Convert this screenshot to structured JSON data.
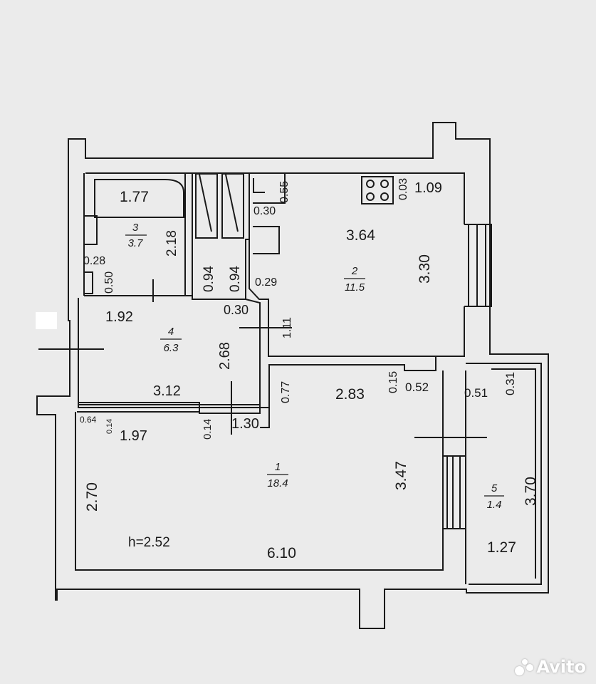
{
  "rooms": [
    {
      "id": "1",
      "number": "1",
      "area": "18.4"
    },
    {
      "id": "2",
      "number": "2",
      "area": "11.5"
    },
    {
      "id": "3",
      "number": "3",
      "area": "3.7"
    },
    {
      "id": "4",
      "number": "4",
      "area": "6.3"
    },
    {
      "id": "5",
      "number": "5",
      "area": "1.4"
    }
  ],
  "dimensions": {
    "bath_length": "1.77",
    "bath_depth": "2.18",
    "bath_small_a": "0.28",
    "bath_small_b": "0.50",
    "wardrobe_a": "0.94",
    "wardrobe_b": "0.94",
    "kitchen_top_a": "0.55",
    "kitchen_top_b": "0.30",
    "kitchen_top_c": "0.03",
    "kitchen_top_d": "1.09",
    "kitchen_width": "3.64",
    "kitchen_depth": "3.30",
    "kitchen_side_a": "0.29",
    "kitchen_side_b": "0.30",
    "kitchen_side_c": "1.11",
    "hall_width": "1.92",
    "hall_depth": "2.68",
    "hall_bottom": "3.12",
    "living_top_a": "0.77",
    "living_top_width": "2.83",
    "living_top_b": "0.15",
    "living_top_c": "0.52",
    "living_small_a": "0.64",
    "living_small_b": "0.14",
    "living_small_c": "1.97",
    "living_small_d": "0.14",
    "living_small_e": "1.30",
    "living_left": "2.70",
    "living_right": "3.47",
    "living_bottom": "6.10",
    "ceiling_height": "h=2.52",
    "balcony_a": "0.51",
    "balcony_b": "0.31",
    "balcony_length": "3.70",
    "balcony_width": "1.27"
  },
  "watermark": {
    "text": "Avito"
  }
}
